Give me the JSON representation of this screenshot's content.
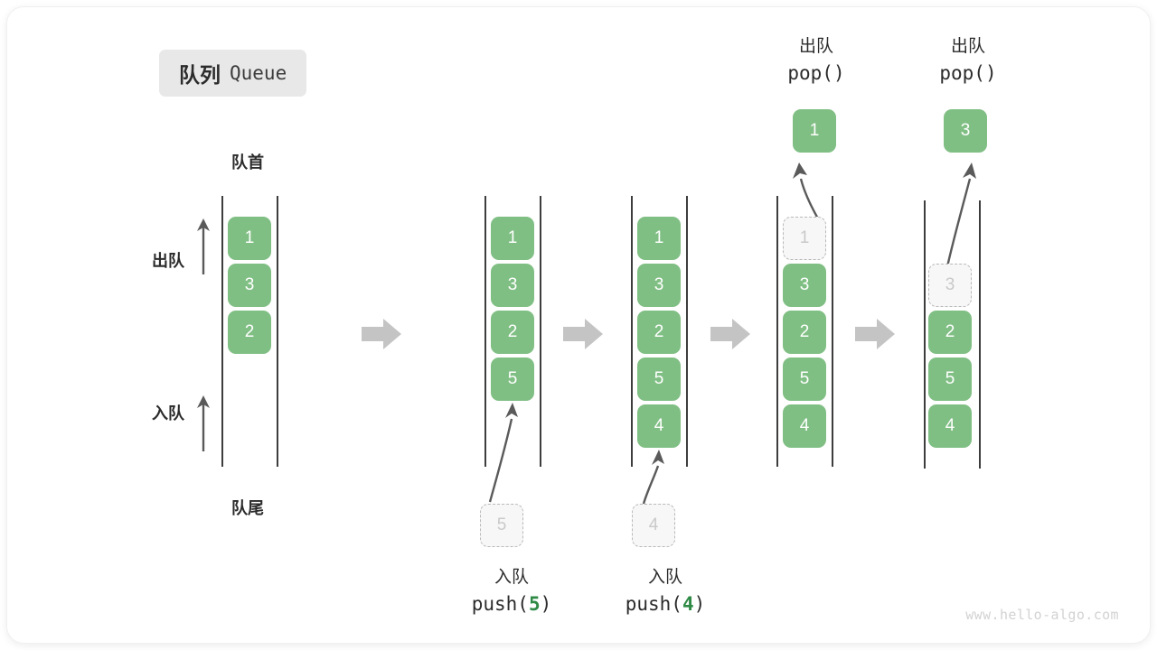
{
  "title": {
    "cn": "队列",
    "en": "Queue"
  },
  "watermark": "www.hello-algo.com",
  "labels": {
    "head": "队首",
    "tail": "队尾",
    "dequeue": "出队",
    "enqueue": "入队"
  },
  "colors": {
    "cell_fill": "#80bf84",
    "cell_text": "#ffffff",
    "ghost_fill": "#f7f7f7",
    "ghost_border": "#b9b9b9",
    "ghost_text": "#c9c9c9",
    "rail": "#3d3d3d",
    "arrow_gray": "#5a5a5a",
    "block_arrow": "#c4c4c4",
    "accent_green": "#2f8a46",
    "chip_bg": "#e8e8e8"
  },
  "columns": [
    {
      "id": "state-initial",
      "cells": [
        "1",
        "3",
        "2"
      ],
      "ghost_in_queue": null,
      "incoming": null,
      "popped": null,
      "op_cn": null,
      "op_code": null,
      "op_arg": null
    },
    {
      "id": "state-after-push-5",
      "cells": [
        "1",
        "3",
        "2",
        "5"
      ],
      "ghost_in_queue": null,
      "incoming": "5",
      "popped": null,
      "op_cn": "入队",
      "op_code_prefix": "push(",
      "op_arg": "5",
      "op_code_suffix": ")"
    },
    {
      "id": "state-after-push-4",
      "cells": [
        "1",
        "3",
        "2",
        "5",
        "4"
      ],
      "ghost_in_queue": null,
      "incoming": "4",
      "popped": null,
      "op_cn": "入队",
      "op_code_prefix": "push(",
      "op_arg": "4",
      "op_code_suffix": ")"
    },
    {
      "id": "state-after-pop-1",
      "cells": [
        "3",
        "2",
        "5",
        "4"
      ],
      "ghost_in_queue": "1",
      "incoming": null,
      "popped": "1",
      "op_cn": "出队",
      "op_code_prefix": "pop(",
      "op_arg": "",
      "op_code_suffix": ")"
    },
    {
      "id": "state-after-pop-3",
      "cells": [
        "2",
        "5",
        "4"
      ],
      "ghost_in_queue": "3",
      "incoming": null,
      "popped": "3",
      "op_cn": "出队",
      "op_code_prefix": "pop(",
      "op_arg": "",
      "op_code_suffix": ")"
    }
  ],
  "transitions": [
    "step-arrow-1",
    "step-arrow-2",
    "step-arrow-3",
    "step-arrow-4"
  ]
}
